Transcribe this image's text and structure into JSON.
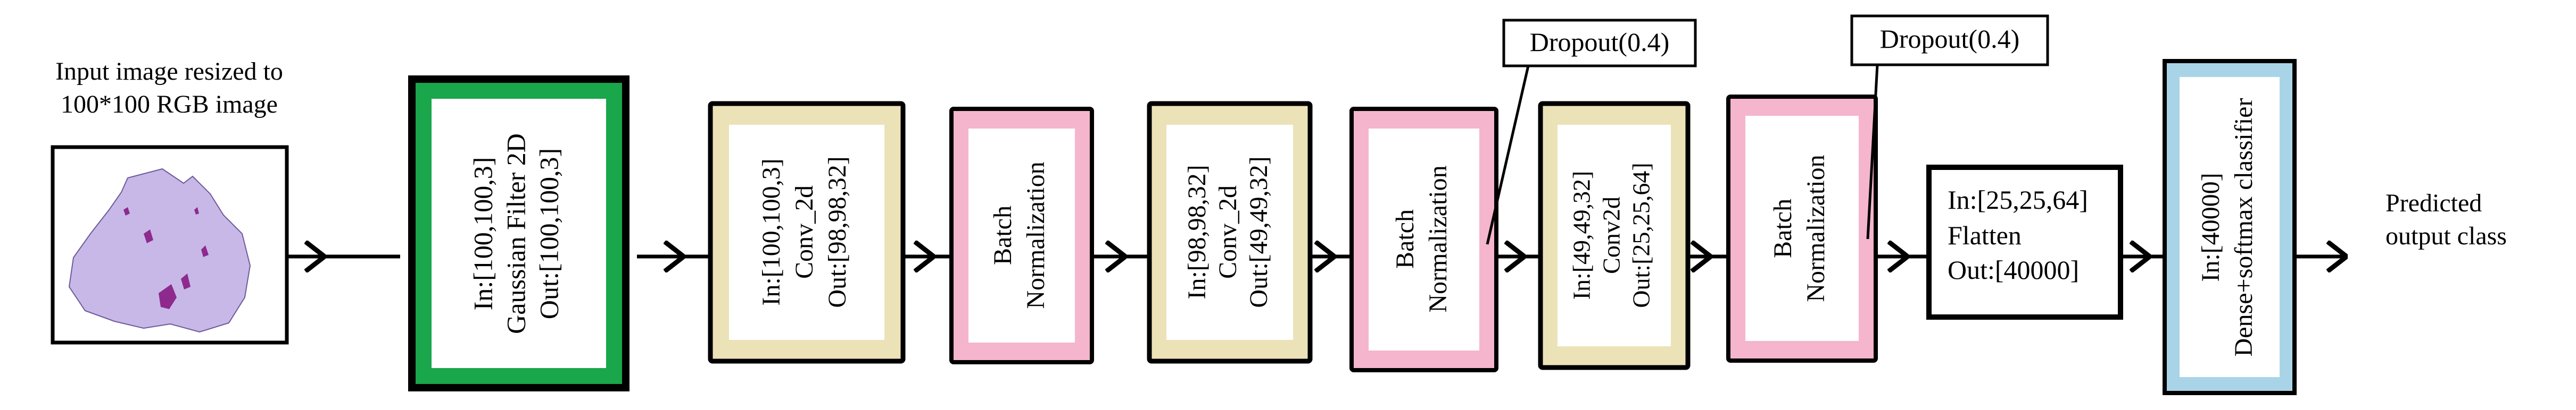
{
  "input": {
    "caption_line1": "Input image resized to",
    "caption_line2": "100*100 RGB image"
  },
  "blocks": {
    "gaussian": {
      "line1": "In:[100,100,3]",
      "line2": "Gaussian Filter 2D",
      "line3": "Out:[100,100,3]",
      "outer_color": "#000000",
      "inner_color": "#1aa64a"
    },
    "conv1": {
      "line1": "In:[100,100,3]",
      "line2": "Conv_2d",
      "line3": "Out:[98,98,32]",
      "color": "#ece2b8"
    },
    "bn1": {
      "line1": "Batch",
      "line2": "Normalization",
      "color": "#f4b5cd"
    },
    "conv2": {
      "line1": "In:[98,98,32]",
      "line2": "Conv_2d",
      "line3": "Out:[49,49,32]",
      "color": "#ece2b8"
    },
    "bn2": {
      "line1": "Batch",
      "line2": "Normalization",
      "color": "#f4b5cd"
    },
    "conv3": {
      "line1": "In:[49,49,32]",
      "line2": "Conv2d",
      "line3": "Out:[25,25,64]",
      "color": "#ece2b8"
    },
    "bn3": {
      "line1": "Batch",
      "line2": "Normalization",
      "color": "#f4b5cd"
    },
    "flatten": {
      "line1": "In:[25,25,64]",
      "line2": "Flatten",
      "line3": "Out:[40000]"
    },
    "dense": {
      "line1": "In:[40000]",
      "line2": "Dense+softmax classifier",
      "color": "#a9d4e8"
    }
  },
  "dropouts": {
    "dropout1": "Dropout(0.4)",
    "dropout2": "Dropout(0.4)"
  },
  "output": {
    "line1": "Predicted",
    "line2": "output class"
  },
  "colors": {
    "lesion_fill": "#c7b8e8",
    "lesion_spots": "#8e2a8e"
  }
}
